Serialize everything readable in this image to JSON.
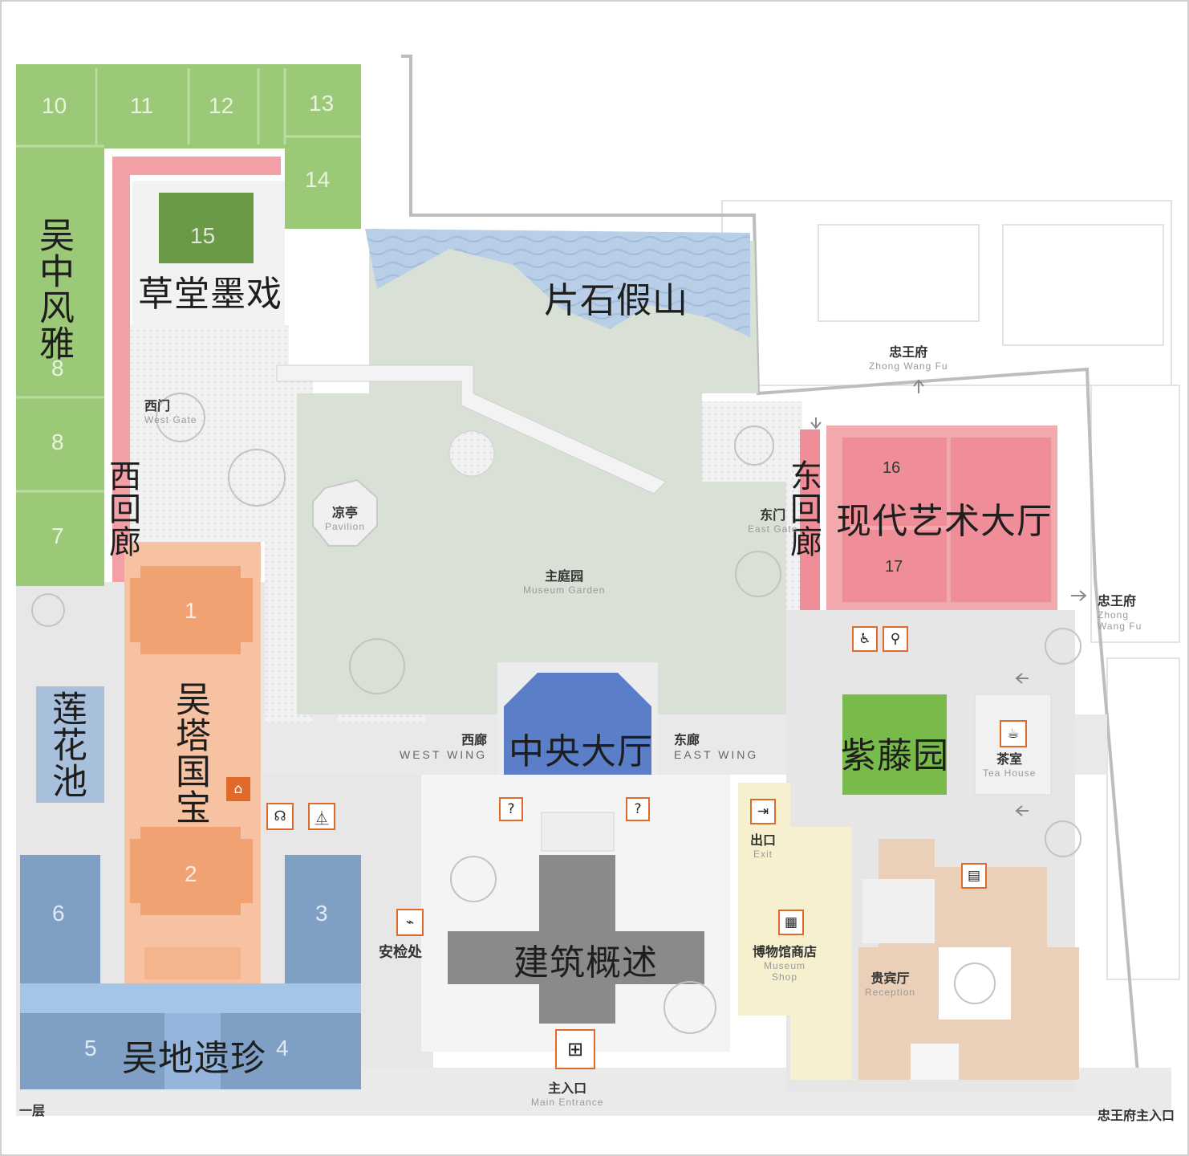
{
  "colors": {
    "green_gallery": "#9cc978",
    "green_dark": "#6a9a47",
    "pink_corridor": "#f2a0a6",
    "pink_hall": "#ef8e98",
    "orange_hall": "#f1a273",
    "blue_gallery": "#7f9fc4",
    "blue_pond": "#a9c0dd",
    "blue_central": "#5a7fc8",
    "gray_arch": "#8a8a8a",
    "wisteria": "#79bb4a",
    "shop_yellow": "#f6f0cf",
    "reception_tan": "#ead0b9",
    "accent_orange": "#e06a2a"
  },
  "areas": {
    "wuzhong_fengya": "吴中风雅",
    "caotang_moxi": "草堂墨戏",
    "pianshi_jiashan": "片石假山",
    "xi_huilang": "西回廊",
    "dong_huilang": "东回廊",
    "xiandai_yishu": "现代艺术大厅",
    "wuta_guobao": "吴塔国宝",
    "lianhua_chi": "莲花池",
    "wudi_yizhen": "吴地遗珍",
    "zhongyang_dating": "中央大厅",
    "ziteng_yuan": "紫藤园",
    "jianzhu_gaishu": "建筑概述"
  },
  "gallery_numbers": [
    "10",
    "11",
    "12",
    "13",
    "14",
    "15",
    "8",
    "8",
    "7",
    "1",
    "2",
    "3",
    "4",
    "5",
    "6",
    "16",
    "17"
  ],
  "places": {
    "west_gate": {
      "zh": "西门",
      "en": "West Gate"
    },
    "east_gate": {
      "zh": "东门",
      "en": "East Gate"
    },
    "pavilion": {
      "zh": "凉亭",
      "en": "Pavilion"
    },
    "garden": {
      "zh": "主庭园",
      "en": "Museum Garden"
    },
    "west_wing": {
      "zh": "西廊",
      "en": "WEST WING"
    },
    "east_wing": {
      "zh": "东廊",
      "en": "EAST WING"
    },
    "tea_house": {
      "zh": "茶室",
      "en": "Tea House"
    },
    "exit": {
      "zh": "出口",
      "en": "Exit"
    },
    "shop": {
      "zh": "博物馆商店",
      "en1": "Museum",
      "en2": "Shop"
    },
    "reception": {
      "zh": "贵宾厅",
      "en": "Reception"
    },
    "security": {
      "zh": "安检处"
    },
    "main_entrance": {
      "zh": "主入口",
      "en": "Main Entrance"
    },
    "zhongwangfu_top": {
      "zh": "忠王府",
      "en": "Zhong Wang Fu"
    },
    "zhongwangfu_right": {
      "zh": "忠王府",
      "en1": "Zhong",
      "en2": "Wang Fu"
    },
    "zhongwangfu_entrance": {
      "zh": "忠王府主入口"
    },
    "floor": {
      "zh": "一层"
    }
  },
  "icons": {
    "restroom": "restroom-icon",
    "lockers": "lockers-icon",
    "audio_guide": "headphones-icon",
    "cloakroom": "coat-hanger-icon",
    "info_left": "question-icon",
    "info_right": "question-icon",
    "security": "security-scanner-icon",
    "main_entrance": "entrance-icon",
    "exit": "exit-icon",
    "shop": "shop-icon",
    "tea": "teapot-icon",
    "book": "book-icon",
    "accessible": "accessible-toilet-icon",
    "accessible_restroom": "wc-icon",
    "question_mark": "?"
  }
}
